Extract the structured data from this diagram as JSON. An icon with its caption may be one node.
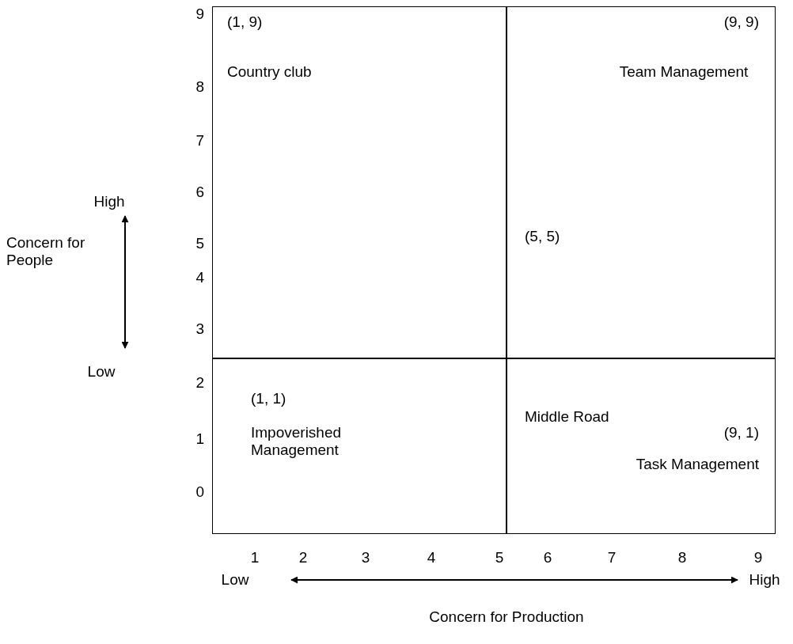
{
  "diagram": {
    "nodes": [
      {
        "text": [
          "(1, 9)",
          "Country club"
        ]
      },
      {
        "text": [
          "(9, 9)",
          "Team Management",
          "(5, 5)"
        ]
      },
      {
        "text": [
          "(1, 1)",
          "Impoverished Management"
        ]
      },
      {
        "text": [
          "Middle Road",
          "(9, 1)",
          "Task Management"
        ]
      }
    ],
    "edges": [],
    "labels": [
      "9",
      "8",
      "7",
      "High",
      "6",
      "5",
      "Concern for People",
      "4",
      "3",
      "Low",
      "2",
      "1",
      "0",
      "1",
      "2",
      "3",
      "4",
      "5",
      "6",
      "7",
      "8",
      "9",
      "Low",
      "High",
      "Concern for Production"
    ]
  }
}
